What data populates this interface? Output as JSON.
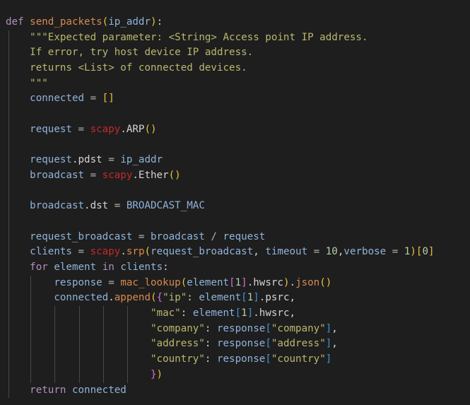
{
  "editor": {
    "language": "python",
    "colors": {
      "background": "#1e1e1e",
      "keyword": "#b28fbf",
      "function": "#d98a4f",
      "variable": "#8fb3da",
      "string": "#b9b86f",
      "module": "#c42a2c",
      "number": "#b5cea8",
      "bracket_level1": "#e8c23a",
      "bracket_level2": "#d070d0",
      "bracket_level3": "#3e94d8"
    },
    "lines": [
      {
        "indent": 0,
        "tokens": [
          [
            "kw",
            "def"
          ],
          [
            "pl",
            " "
          ],
          [
            "fn",
            "send_packets"
          ],
          [
            "b1",
            "("
          ],
          [
            "var",
            "ip_addr"
          ],
          [
            "b1",
            ")"
          ],
          [
            "pl",
            ":"
          ]
        ]
      },
      {
        "indent": 1,
        "tokens": [
          [
            "str",
            "\"\"\"Expected parameter: <String> Access point IP address."
          ]
        ]
      },
      {
        "indent": 1,
        "tokens": [
          [
            "str",
            "If error, try host device IP address."
          ]
        ]
      },
      {
        "indent": 1,
        "tokens": [
          [
            "str",
            "returns <List> of connected devices."
          ]
        ]
      },
      {
        "indent": 1,
        "tokens": [
          [
            "str",
            "\"\"\""
          ]
        ]
      },
      {
        "indent": 1,
        "tokens": [
          [
            "var",
            "connected"
          ],
          [
            "op",
            " = "
          ],
          [
            "b1",
            "[]"
          ]
        ]
      },
      {
        "indent": 1,
        "tokens": []
      },
      {
        "indent": 1,
        "tokens": [
          [
            "var",
            "request"
          ],
          [
            "op",
            " = "
          ],
          [
            "mod",
            "scapy"
          ],
          [
            "pl",
            ".ARP"
          ],
          [
            "b1",
            "()"
          ]
        ]
      },
      {
        "indent": 1,
        "tokens": []
      },
      {
        "indent": 1,
        "tokens": [
          [
            "var",
            "request"
          ],
          [
            "pl",
            ".pdst"
          ],
          [
            "op",
            " = "
          ],
          [
            "var",
            "ip_addr"
          ]
        ]
      },
      {
        "indent": 1,
        "tokens": [
          [
            "var",
            "broadcast"
          ],
          [
            "op",
            " = "
          ],
          [
            "mod",
            "scapy"
          ],
          [
            "pl",
            ".Ether"
          ],
          [
            "b1",
            "()"
          ]
        ]
      },
      {
        "indent": 1,
        "tokens": []
      },
      {
        "indent": 1,
        "tokens": [
          [
            "var",
            "broadcast"
          ],
          [
            "pl",
            ".dst"
          ],
          [
            "op",
            " = "
          ],
          [
            "var",
            "BROADCAST_MAC"
          ]
        ]
      },
      {
        "indent": 1,
        "tokens": []
      },
      {
        "indent": 1,
        "tokens": [
          [
            "var",
            "request_broadcast"
          ],
          [
            "op",
            " = "
          ],
          [
            "var",
            "broadcast"
          ],
          [
            "op",
            " / "
          ],
          [
            "var",
            "request"
          ]
        ]
      },
      {
        "indent": 1,
        "tokens": [
          [
            "var",
            "clients"
          ],
          [
            "op",
            " = "
          ],
          [
            "mod",
            "scapy"
          ],
          [
            "pl",
            "."
          ],
          [
            "fn",
            "srp"
          ],
          [
            "b1",
            "("
          ],
          [
            "var",
            "request_broadcast"
          ],
          [
            "pl",
            ", "
          ],
          [
            "var",
            "timeout"
          ],
          [
            "op",
            " = "
          ],
          [
            "num",
            "10"
          ],
          [
            "pl",
            ","
          ],
          [
            "var",
            "verbose"
          ],
          [
            "op",
            " = "
          ],
          [
            "num",
            "1"
          ],
          [
            "b1",
            ")"
          ],
          [
            "b1",
            "["
          ],
          [
            "num",
            "0"
          ],
          [
            "b1",
            "]"
          ]
        ]
      },
      {
        "indent": 1,
        "tokens": [
          [
            "kw",
            "for"
          ],
          [
            "pl",
            " "
          ],
          [
            "var",
            "element"
          ],
          [
            "pl",
            " "
          ],
          [
            "kw",
            "in"
          ],
          [
            "pl",
            " "
          ],
          [
            "var",
            "clients"
          ],
          [
            "pl",
            ":"
          ]
        ]
      },
      {
        "indent": 2,
        "tokens": [
          [
            "var",
            "response"
          ],
          [
            "op",
            " = "
          ],
          [
            "fn",
            "mac_lookup"
          ],
          [
            "b1",
            "("
          ],
          [
            "var",
            "element"
          ],
          [
            "b2",
            "["
          ],
          [
            "num",
            "1"
          ],
          [
            "b2",
            "]"
          ],
          [
            "pl",
            ".hwsrc"
          ],
          [
            "b1",
            ")"
          ],
          [
            "pl",
            "."
          ],
          [
            "fn",
            "json"
          ],
          [
            "b1",
            "()"
          ]
        ]
      },
      {
        "indent": 2,
        "tokens": [
          [
            "var",
            "connected"
          ],
          [
            "pl",
            "."
          ],
          [
            "fn",
            "append"
          ],
          [
            "b1",
            "("
          ],
          [
            "b2",
            "{"
          ],
          [
            "str",
            "\"ip\""
          ],
          [
            "pl",
            ": "
          ],
          [
            "var",
            "element"
          ],
          [
            "b3",
            "["
          ],
          [
            "num",
            "1"
          ],
          [
            "b3",
            "]"
          ],
          [
            "pl",
            ".psrc,"
          ]
        ]
      },
      {
        "indent": 6,
        "tokens": [
          [
            "str",
            "\"mac\""
          ],
          [
            "pl",
            ": "
          ],
          [
            "var",
            "element"
          ],
          [
            "b3",
            "["
          ],
          [
            "num",
            "1"
          ],
          [
            "b3",
            "]"
          ],
          [
            "pl",
            ".hwsrc,"
          ]
        ]
      },
      {
        "indent": 6,
        "tokens": [
          [
            "str",
            "\"company\""
          ],
          [
            "pl",
            ": "
          ],
          [
            "var",
            "response"
          ],
          [
            "b3",
            "["
          ],
          [
            "str",
            "\"company\""
          ],
          [
            "b3",
            "]"
          ],
          [
            "pl",
            ","
          ]
        ]
      },
      {
        "indent": 6,
        "tokens": [
          [
            "str",
            "\"address\""
          ],
          [
            "pl",
            ": "
          ],
          [
            "var",
            "response"
          ],
          [
            "b3",
            "["
          ],
          [
            "str",
            "\"address\""
          ],
          [
            "b3",
            "]"
          ],
          [
            "pl",
            ","
          ]
        ]
      },
      {
        "indent": 6,
        "tokens": [
          [
            "str",
            "\"country\""
          ],
          [
            "pl",
            ": "
          ],
          [
            "var",
            "response"
          ],
          [
            "b3",
            "["
          ],
          [
            "str",
            "\"country\""
          ],
          [
            "b3",
            "]"
          ]
        ]
      },
      {
        "indent": 6,
        "tokens": [
          [
            "b2",
            "}"
          ],
          [
            "b1",
            ")"
          ]
        ]
      },
      {
        "indent": 1,
        "tokens": [
          [
            "kw",
            "return"
          ],
          [
            "pl",
            " "
          ],
          [
            "var",
            "connected"
          ]
        ]
      }
    ]
  }
}
